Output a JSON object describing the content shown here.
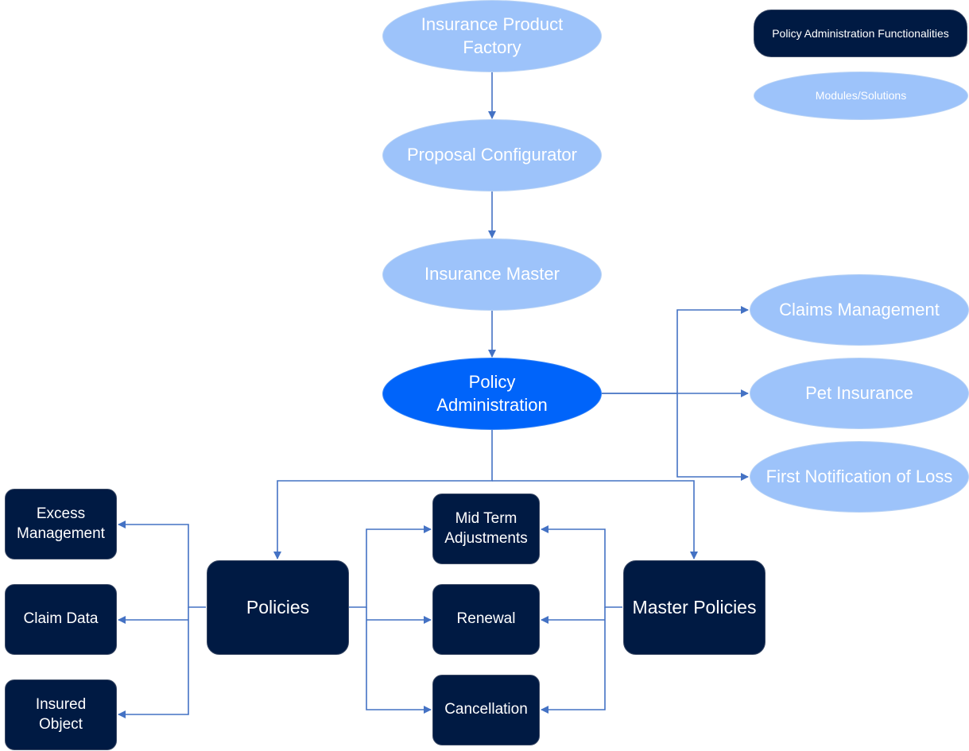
{
  "diagram": {
    "legend": {
      "functionalities": "Policy Administration Functionalities",
      "modules": "Modules/Solutions"
    },
    "modules": {
      "insurance_product_factory": "Insurance Product Factory",
      "proposal_configurator": "Proposal Configurator",
      "insurance_master": "Insurance Master",
      "policy_administration": "Policy Administration",
      "claims_management": "Claims Management",
      "pet_insurance": "Pet Insurance",
      "first_notification_of_loss": "First Notification of Loss"
    },
    "functionalities": {
      "excess_management": "Excess Management",
      "claim_data": "Claim Data",
      "insured_object": "Insured Object",
      "policies": "Policies",
      "master_policies": "Master Policies",
      "mid_term_adjustments": "Mid Term Adjustments",
      "renewal": "Renewal",
      "cancellation": "Cancellation"
    },
    "edges": [
      [
        "Insurance Product Factory",
        "Proposal Configurator"
      ],
      [
        "Proposal Configurator",
        "Insurance Master"
      ],
      [
        "Insurance Master",
        "Policy Administration"
      ],
      [
        "Policy Administration",
        "Claims Management"
      ],
      [
        "Policy Administration",
        "Pet Insurance"
      ],
      [
        "Policy Administration",
        "First Notification of Loss"
      ],
      [
        "Policy Administration",
        "Policies"
      ],
      [
        "Policy Administration",
        "Master Policies"
      ],
      [
        "Policies",
        "Excess Management"
      ],
      [
        "Policies",
        "Claim Data"
      ],
      [
        "Policies",
        "Insured Object"
      ],
      [
        "Policies",
        "Mid Term Adjustments"
      ],
      [
        "Policies",
        "Renewal"
      ],
      [
        "Policies",
        "Cancellation"
      ],
      [
        "Master Policies",
        "Mid Term Adjustments"
      ],
      [
        "Master Policies",
        "Renewal"
      ],
      [
        "Master Policies",
        "Cancellation"
      ]
    ],
    "colors": {
      "module": "#9DC3FA",
      "module_primary": "#0064FA",
      "functionality": "#001A43",
      "connector": "#4472C4"
    }
  }
}
